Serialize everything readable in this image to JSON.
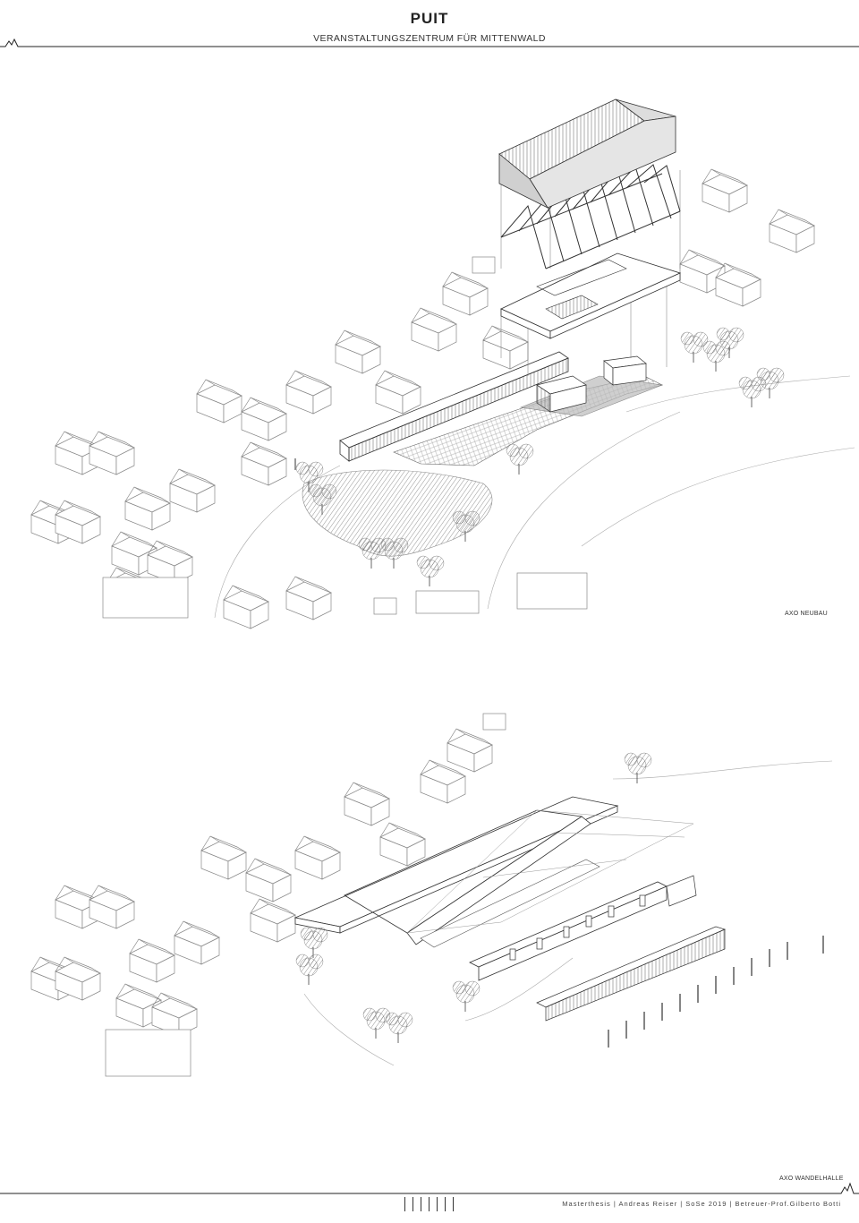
{
  "header": {
    "title": "PUIT",
    "subtitle": "VERANSTALTUNGSZENTRUM FÜR MITTENWALD"
  },
  "views": [
    {
      "caption": "AXO NEUBAU"
    },
    {
      "caption": "AXO WANDELHALLE"
    }
  ],
  "footer": {
    "credits": "Masterthesis | Andreas Reiser | SoSe 2019 | Betreuer-Prof.Gilberto Botti"
  },
  "colors": {
    "line": "#555555",
    "ink": "#222222",
    "background": "#ffffff"
  }
}
